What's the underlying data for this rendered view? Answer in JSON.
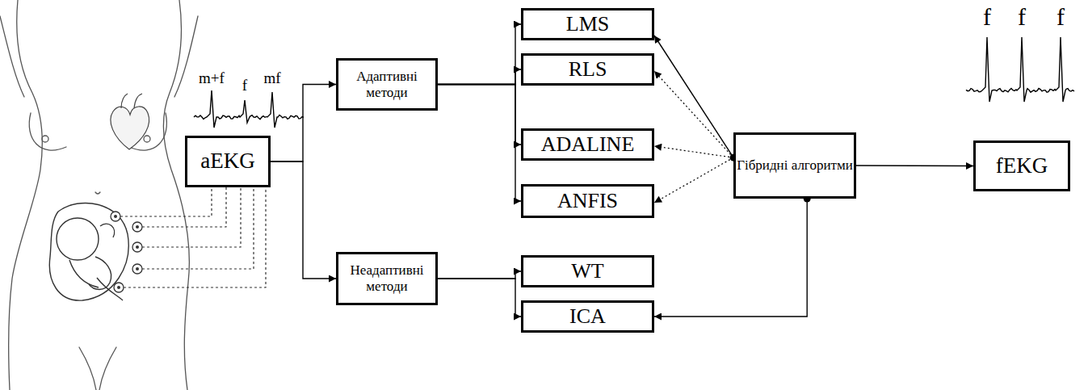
{
  "diagram": {
    "nodes": [
      {
        "text": [
          "aEKG"
        ]
      },
      {
        "text": [
          "Адаптивні методи"
        ]
      },
      {
        "text": [
          "Неадаптивні методи"
        ]
      },
      {
        "text": [
          "LMS"
        ]
      },
      {
        "text": [
          "RLS"
        ]
      },
      {
        "text": [
          "ADALINE"
        ]
      },
      {
        "text": [
          "ANFIS"
        ]
      },
      {
        "text": [
          "WT"
        ]
      },
      {
        "text": [
          "ICA"
        ]
      },
      {
        "text": [
          "Гібридні алгоритми"
        ]
      },
      {
        "text": [
          "fEKG"
        ]
      }
    ],
    "edges": [
      {
        "from": 0,
        "to": 1,
        "arrow": "to"
      },
      {
        "from": 0,
        "to": 2,
        "arrow": "to"
      },
      {
        "from": 1,
        "to": 3,
        "arrow": "to"
      },
      {
        "from": 1,
        "to": 4,
        "arrow": "to"
      },
      {
        "from": 1,
        "to": 5,
        "arrow": "to"
      },
      {
        "from": 1,
        "to": 6,
        "arrow": "to"
      },
      {
        "from": 2,
        "to": 7,
        "arrow": "to"
      },
      {
        "from": 2,
        "to": 8,
        "arrow": "to"
      },
      {
        "from": 9,
        "to": 3,
        "arrow": "to"
      },
      {
        "from": 9,
        "to": 4,
        "arrow": "to"
      },
      {
        "from": 9,
        "to": 5,
        "arrow": "to"
      },
      {
        "from": 9,
        "to": 6,
        "arrow": "to"
      },
      {
        "from": 9,
        "to": 8,
        "arrow": "to"
      },
      {
        "from": 9,
        "to": 10,
        "arrow": "to"
      }
    ],
    "labels": [
      "m+f",
      "f",
      "mf",
      "f",
      "f",
      "f"
    ]
  }
}
